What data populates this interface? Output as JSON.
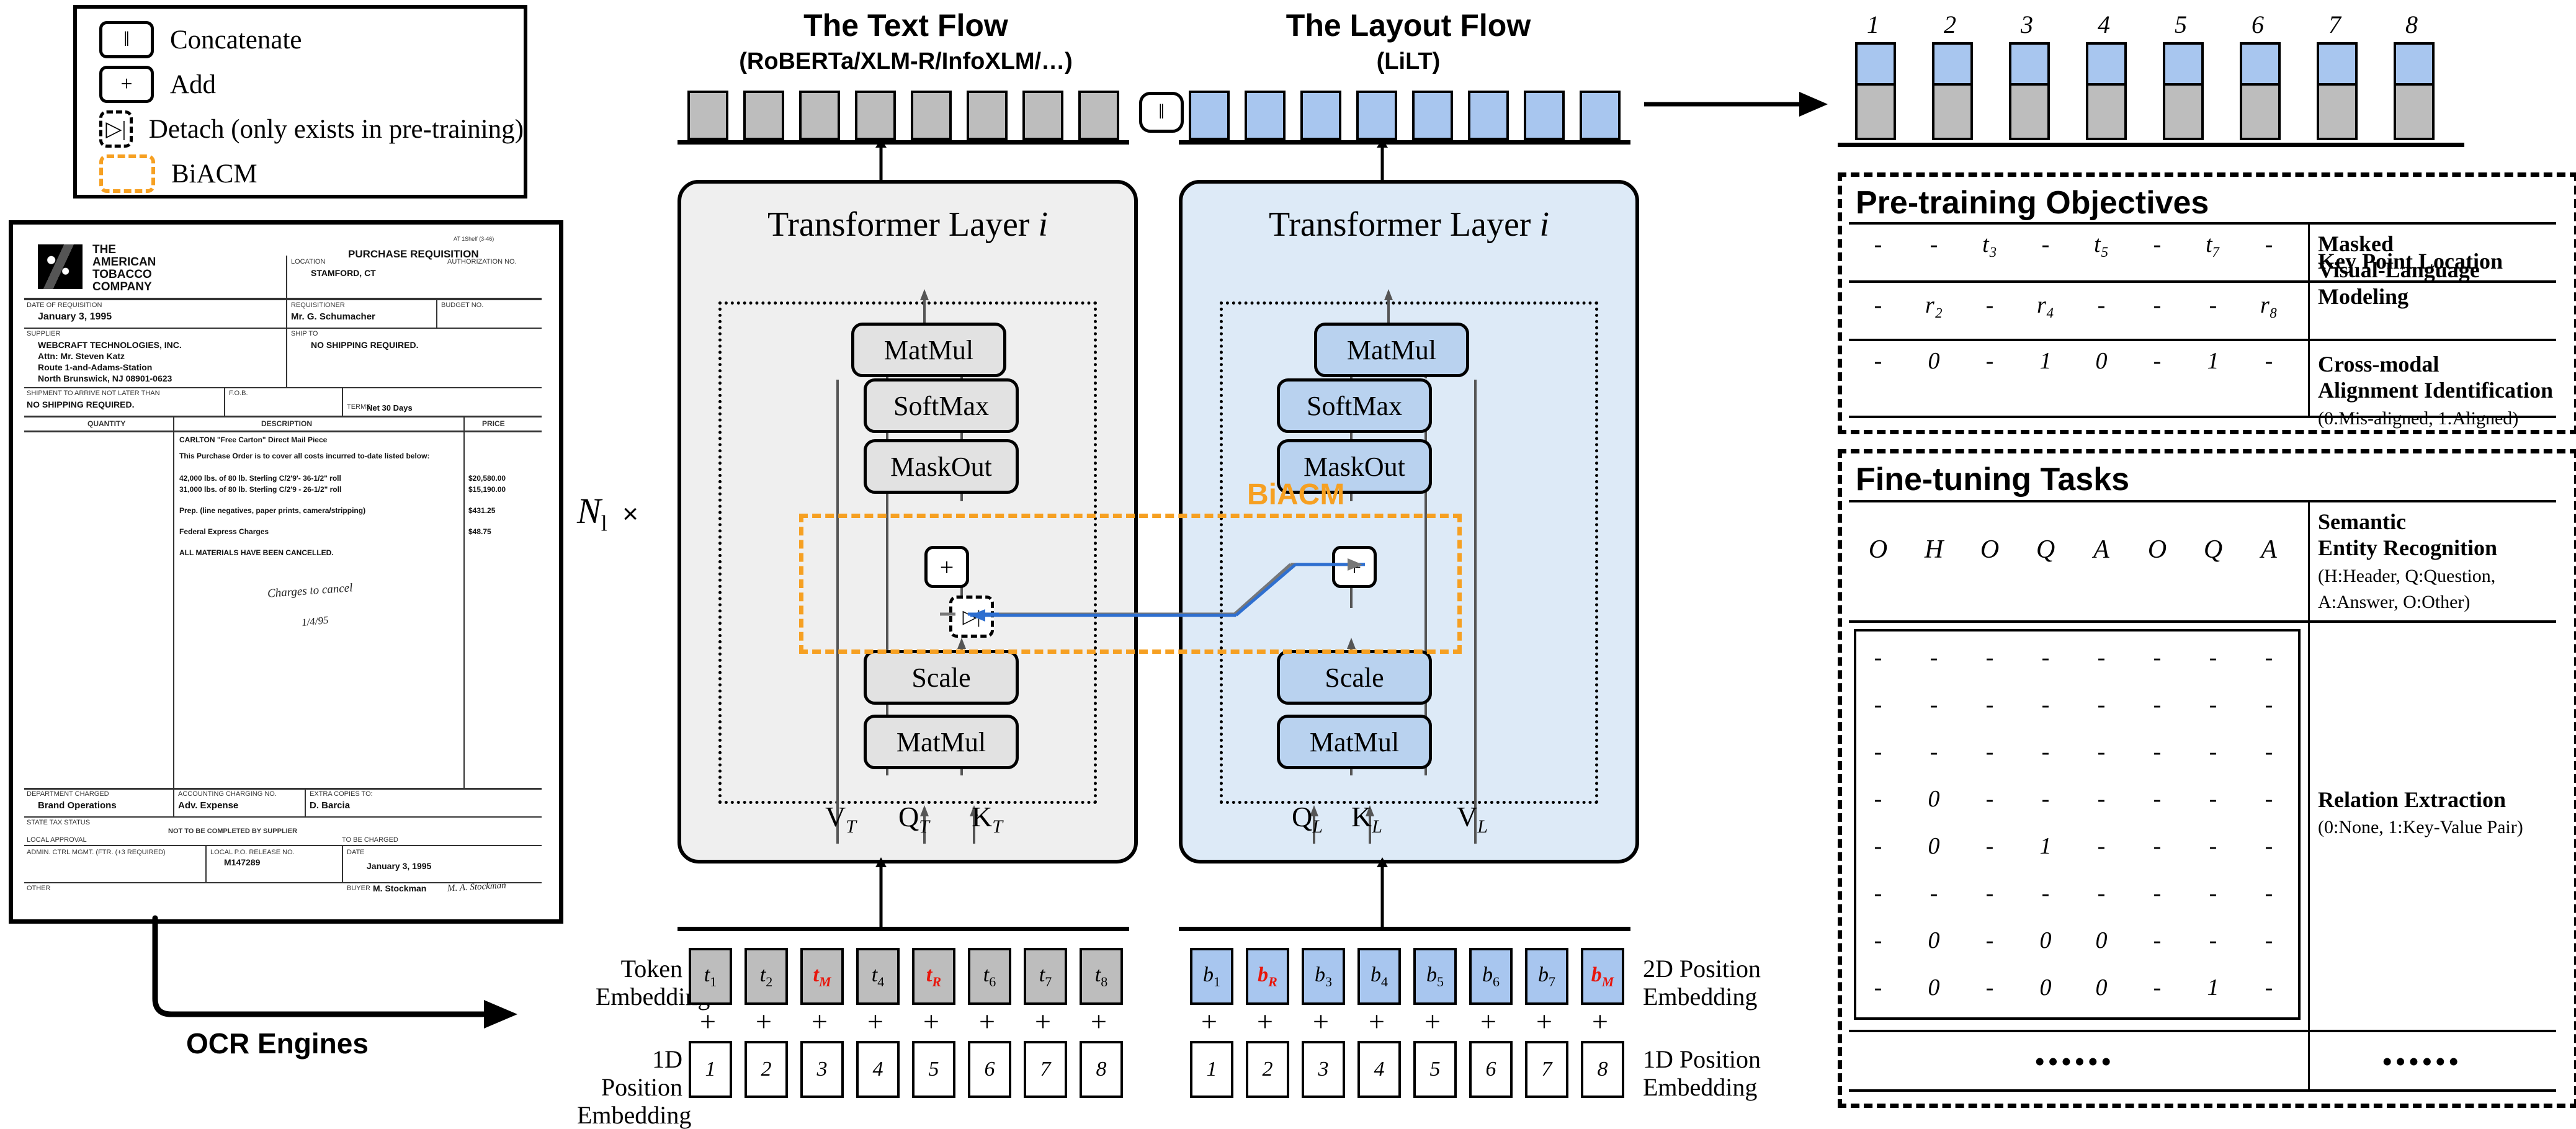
{
  "legend": {
    "items": [
      {
        "symbol": "‖",
        "label": "Concatenate",
        "style": "solid"
      },
      {
        "symbol": "+",
        "label": "Add",
        "style": "solid"
      },
      {
        "symbol": "▷|",
        "label": "Detach (only exists in pre-training)",
        "style": "dashed"
      },
      {
        "symbol": "",
        "label": "BiACM",
        "style": "orange-dashed"
      }
    ]
  },
  "document": {
    "company_line1": "THE",
    "company_line2": "AMERICAN",
    "company_line3": "TOBACCO",
    "company_line4": "COMPANY",
    "doc_title": "PURCHASE REQUISITION",
    "corner_code": "AT 1Shelf (3-46)",
    "f_location_label": "LOCATION",
    "f_location_value": "STAMFORD, CT",
    "f_auth_label": "AUTHORIZATION NO.",
    "f_date_label": "DATE OF REQUISITION",
    "f_date_value": "January 3, 1995",
    "f_requester_label": "REQUISITIONER",
    "f_requester_value": "Mr. G. Schumacher",
    "f_budget_label": "BUDGET NO.",
    "f_supplier_label": "SUPPLIER",
    "f_supplier_l1": "WEBCRAFT TECHNOLOGIES, INC.",
    "f_supplier_l2": "Attn: Mr. Steven Katz",
    "f_supplier_l3": "Route 1-and-Adams-Station",
    "f_supplier_l4": "North Brunswick, NJ 08901-0623",
    "f_shipto_label": "SHIP TO",
    "f_shipto_value": "NO SHIPPING REQUIRED.",
    "f_arrive_label": "SHIPMENT TO ARRIVE NOT LATER THAN",
    "f_arrive_value": "NO SHIPPING REQUIRED.",
    "f_fob_label": "F.O.B.",
    "f_terms_label": "TERMS",
    "f_terms_value": "Net 30 Days",
    "th_qty": "QUANTITY",
    "th_desc": "DESCRIPTION",
    "th_price": "PRICE",
    "rows": [
      {
        "qty": "",
        "desc": "CARLTON \"Free Carton\" Direct Mail Piece",
        "price": ""
      },
      {
        "qty": "",
        "desc": "This Purchase Order is to cover all costs incurred to-date listed below:",
        "price": ""
      },
      {
        "qty": "",
        "desc": "42,000 lbs. of 80 lb. Sterling C/2'9'- 36-1/2\" roll",
        "price": "$20,580.00"
      },
      {
        "qty": "",
        "desc": "31,000 lbs. of 80 lb. Sterling C/2'9 - 26-1/2\" roll",
        "price": "$15,190.00"
      },
      {
        "qty": "",
        "desc": "Prep. (line negatives, paper prints, camera/stripping)",
        "price": "$431.25"
      },
      {
        "qty": "",
        "desc": "Federal Express Charges",
        "price": "$48.75"
      },
      {
        "qty": "",
        "desc": "ALL MATERIALS HAVE BEEN CANCELLED.",
        "price": ""
      }
    ],
    "handwriting_1": "Charges to cancel",
    "handwriting_2": "1/4/95",
    "f_dept_label": "DEPARTMENT CHARGED",
    "f_dept_value": "Brand Operations",
    "f_acct_label": "ACCOUNTING CHARGING NO.",
    "f_acct_value": "Adv. Expense",
    "f_extra_label": "EXTRA COPIES TO:",
    "f_extra_value": "D. Barcia",
    "f_state_label": "STATE TAX STATUS",
    "f_approval_label": "LOCAL APPROVAL",
    "f_notto": "NOT TO BE COMPLETED BY SUPPLIER",
    "f_tobe": "TO BE CHARGED",
    "f_admin_label": "ADMIN. CTRL MGMT. (FTR. (+3 REQUIRED)",
    "f_poref_label": "LOCAL P.O. RELEASE NO.",
    "f_poref_value": "M147289",
    "f_date2_label": "DATE",
    "f_date2_value": "January 3, 1995",
    "f_other_label": "OTHER",
    "f_buyer_label": "BUYER",
    "f_buyer_value": "M. Stockman",
    "f_sig": "M. A. Stockman"
  },
  "ocr": {
    "label": "OCR Engines"
  },
  "text_flow": {
    "title": "The Text Flow",
    "subtitle": "(RoBERTa/XLM-R/InfoXLM/…)",
    "panel_title_prefix": "Transformer Layer ",
    "panel_title_index": "i",
    "ops": [
      "MatMul",
      "SoftMax",
      "MaskOut",
      "Scale",
      "MatMul"
    ],
    "inputs": [
      "V",
      "Q",
      "K"
    ],
    "input_sub": "T",
    "token_count": 8
  },
  "layout_flow": {
    "title": "The Layout Flow",
    "subtitle": "(LiLT)",
    "panel_title_prefix": "Transformer Layer ",
    "panel_title_index": "i",
    "ops": [
      "MatMul",
      "SoftMax",
      "MaskOut",
      "Scale",
      "MatMul"
    ],
    "inputs": [
      "Q",
      "K",
      "V"
    ],
    "input_sub": "L",
    "token_count": 8
  },
  "repeat": {
    "label": "N",
    "sub": "l",
    "times": "×"
  },
  "biacm": {
    "label": "BiACM"
  },
  "concatenate": {
    "symbol": "‖"
  },
  "embeddings": {
    "token_label_l1": "Token",
    "token_label_l2": "Embedding",
    "pos1d_label_l1": "1D Position",
    "pos1d_label_l2": "Embedding",
    "pos2d_label_l1": "2D Position",
    "pos2d_label_l2": "Embedding",
    "text_tokens": [
      {
        "base": "t",
        "sub": "1",
        "red": false
      },
      {
        "base": "t",
        "sub": "2",
        "red": false
      },
      {
        "base": "t",
        "sub": "M",
        "red": true
      },
      {
        "base": "t",
        "sub": "4",
        "red": false
      },
      {
        "base": "t",
        "sub": "R",
        "red": true
      },
      {
        "base": "t",
        "sub": "6",
        "red": false
      },
      {
        "base": "t",
        "sub": "7",
        "red": false
      },
      {
        "base": "t",
        "sub": "8",
        "red": false
      }
    ],
    "layout_tokens": [
      {
        "base": "b",
        "sub": "1",
        "red": false
      },
      {
        "base": "b",
        "sub": "R",
        "red": true
      },
      {
        "base": "b",
        "sub": "3",
        "red": false
      },
      {
        "base": "b",
        "sub": "4",
        "red": false
      },
      {
        "base": "b",
        "sub": "5",
        "red": false
      },
      {
        "base": "b",
        "sub": "6",
        "red": false
      },
      {
        "base": "b",
        "sub": "7",
        "red": false
      },
      {
        "base": "b",
        "sub": "M",
        "red": true
      }
    ],
    "positions": [
      "1",
      "2",
      "3",
      "4",
      "5",
      "6",
      "7",
      "8"
    ],
    "plus": "+"
  },
  "output_tokens": {
    "numbers": [
      "1",
      "2",
      "3",
      "4",
      "5",
      "6",
      "7",
      "8"
    ],
    "top_color": "#a8c6ef",
    "bottom_color": "#bdbdbd"
  },
  "pretraining": {
    "title": "Pre-training Objectives",
    "rows": [
      {
        "cells": [
          "-",
          "-",
          "t₃",
          "-",
          "t₅",
          "-",
          "t₇",
          "-"
        ],
        "desc_lines": [
          "Masked",
          "Visual-Language Modeling"
        ],
        "note": ""
      },
      {
        "cells": [
          "-",
          "r₂",
          "-",
          "r₄",
          "-",
          "-",
          "-",
          "r₈"
        ],
        "desc_lines": [
          "Key Point Location"
        ],
        "note": ""
      },
      {
        "cells": [
          "-",
          "0",
          "-",
          "1",
          "0",
          "-",
          "1",
          "-"
        ],
        "desc_lines": [
          "Cross-modal",
          "Alignment Identification"
        ],
        "note": "(0:Mis-aligned, 1:Aligned)"
      }
    ]
  },
  "finetuning": {
    "title": "Fine-tuning Tasks",
    "ser": {
      "cells": [
        "O",
        "H",
        "O",
        "Q",
        "A",
        "O",
        "Q",
        "A"
      ],
      "desc_lines": [
        "Semantic",
        "Entity Recognition"
      ],
      "note_lines": [
        "(H:Header, Q:Question,",
        " A:Answer, O:Other)"
      ]
    },
    "re": {
      "matrix": [
        [
          "-",
          "-",
          "-",
          "-",
          "-",
          "-",
          "-",
          "-"
        ],
        [
          "-",
          "-",
          "-",
          "-",
          "-",
          "-",
          "-",
          "-"
        ],
        [
          "-",
          "-",
          "-",
          "-",
          "-",
          "-",
          "-",
          "-"
        ],
        [
          "-",
          "0",
          "-",
          "-",
          "-",
          "-",
          "-",
          "-"
        ],
        [
          "-",
          "0",
          "-",
          "1",
          "-",
          "-",
          "-",
          "-"
        ],
        [
          "-",
          "-",
          "-",
          "-",
          "-",
          "-",
          "-",
          "-"
        ],
        [
          "-",
          "0",
          "-",
          "0",
          "0",
          "-",
          "-",
          "-"
        ],
        [
          "-",
          "0",
          "-",
          "0",
          "0",
          "-",
          "1",
          "-"
        ]
      ],
      "desc_lines": [
        "Relation Extraction"
      ],
      "note": "(0:None, 1:Key-Value Pair)"
    },
    "ellipsis_left": "••••••",
    "ellipsis_right": "••••••"
  },
  "colors": {
    "text_panel": "#efefef",
    "layout_panel": "#ddeaf7",
    "token_grey": "#bdbdbd",
    "token_blue": "#a8c6ef",
    "biacm_orange": "#F6A022",
    "red_token": "#E8160C",
    "biacm_blue_line": "#2E6FD0"
  }
}
